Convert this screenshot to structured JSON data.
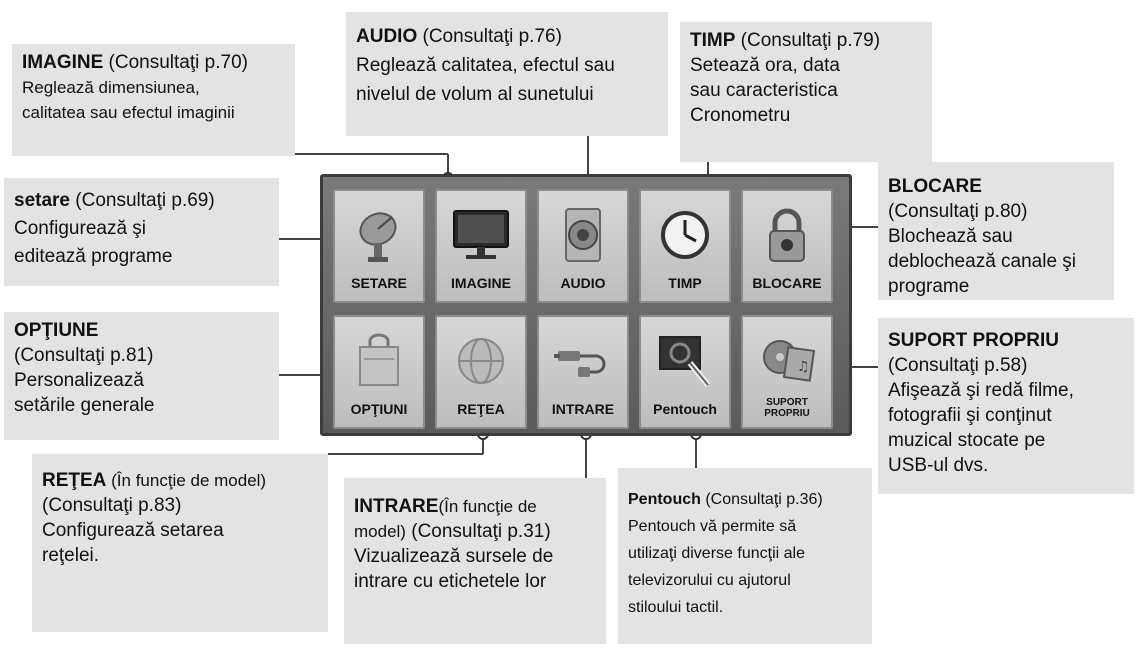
{
  "callouts": {
    "imagine": {
      "title": "IMAGINE",
      "ref": " (Consultaţi p.70)",
      "line1": "Reglează dimensiunea,",
      "line2": "calitatea sau efectul imaginii"
    },
    "audio": {
      "title": "AUDIO",
      "ref": " (Consultaţi p.76)",
      "line1": "Reglează calitatea, efectul sau",
      "line2": "nivelul de volum al sunetului"
    },
    "timp": {
      "title": "TIMP",
      "ref": " (Consultaţi p.79)",
      "line1": "Setează ora, data",
      "line2": "sau caracteristica",
      "line3": "Cronometru"
    },
    "blocare": {
      "title": "BLOCARE",
      "line1": "(Consultaţi p.80)",
      "line2": "Blochează sau",
      "line3": "deblochează canale şi",
      "line4": "programe"
    },
    "setare": {
      "title": "setare",
      "ref": " (Consultaţi p.69)",
      "line1": "Configurează şi",
      "line2": "editează programe"
    },
    "optiune": {
      "title": "OPŢIUNE",
      "line1": "(Consultaţi p.81)",
      "line2": "Personalizează",
      "line3": "setările generale"
    },
    "suport": {
      "title": "SUPORT PROPRIU",
      "line1": "(Consultaţi p.58)",
      "line2": "Afişează şi redă filme,",
      "line3": "fotografii şi conţinut",
      "line4": "muzical stocate pe",
      "line5": "USB-ul dvs."
    },
    "retea": {
      "title": "REŢEA",
      "ref": " (În funcţie de model)",
      "line1": "(Consultaţi p.83)",
      "line2": "Configurează setarea",
      "line3": "reţelei."
    },
    "intrare": {
      "title": "INTRARE",
      "ref": "(În funcţie de",
      "line1": "model)",
      "line1b": " (Consultaţi p.31)",
      "line2": "Vizualizează sursele de",
      "line3": "intrare cu etichetele lor"
    },
    "pentouch": {
      "title": "Pentouch",
      "ref": " (Consultaţi p.36)",
      "line1": "Pentouch vă permite să",
      "line2": "utilizaţi diverse funcţii ale",
      "line3": "televizorului cu ajutorul",
      "line4": "stiloului tactil."
    }
  },
  "tiles": {
    "setare": {
      "label": "SETARE",
      "icon": "satellite-dish-icon"
    },
    "imagine": {
      "label": "IMAGINE",
      "icon": "monitor-icon"
    },
    "audio": {
      "label": "AUDIO",
      "icon": "speaker-icon"
    },
    "timp": {
      "label": "TIMP",
      "icon": "clock-icon"
    },
    "blocare": {
      "label": "BLOCARE",
      "icon": "padlock-icon"
    },
    "optiuni": {
      "label": "OPŢIUNI",
      "icon": "shopping-bag-icon"
    },
    "retea": {
      "label": "REŢEA",
      "icon": "globe-icon"
    },
    "intrare": {
      "label": "INTRARE",
      "icon": "cable-connector-icon"
    },
    "pentouch": {
      "label": "Pentouch",
      "icon": "touch-pen-icon"
    },
    "suport": {
      "label1": "SUPORT",
      "label2": "PROPRIU",
      "icon": "media-film-icon"
    }
  }
}
